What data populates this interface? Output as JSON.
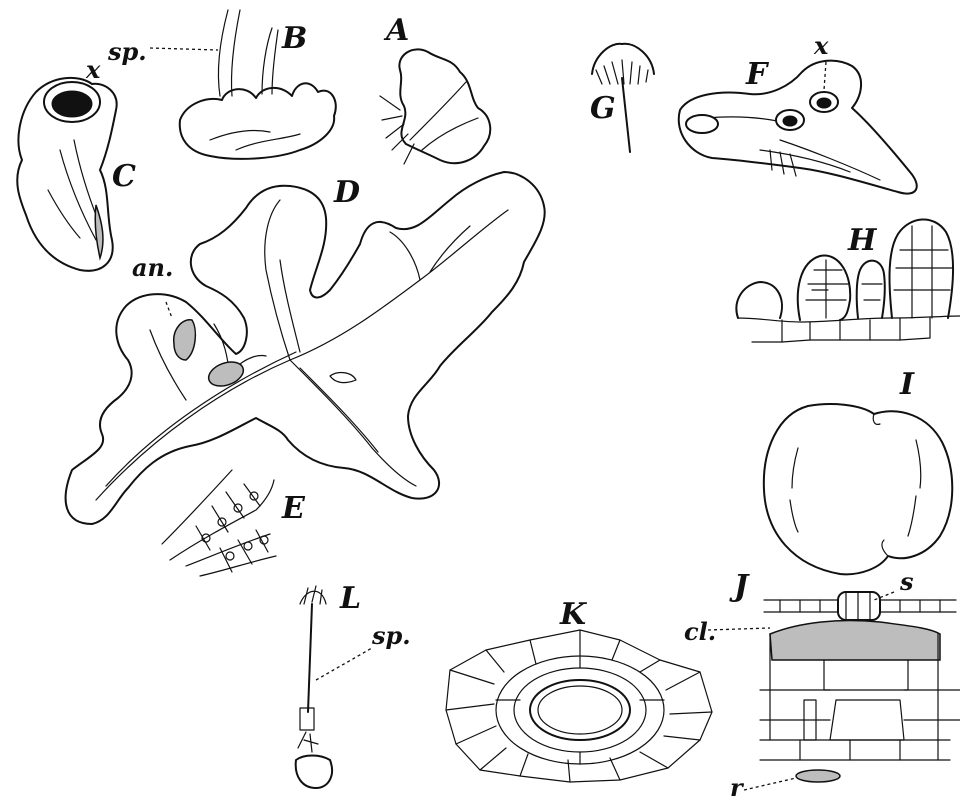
{
  "figure_letters": {
    "A": "A",
    "B": "B",
    "C": "C",
    "D": "D",
    "E": "E",
    "F": "F",
    "G": "G",
    "H": "H",
    "I": "I",
    "J": "J",
    "K": "K",
    "L": "L"
  },
  "annotations": {
    "sp_b": "sp.",
    "x_c": "x",
    "x_f": "x",
    "an_d": "an.",
    "s_j": "s",
    "cl_j": "cl.",
    "r_j": "r",
    "sp_l": "sp."
  }
}
